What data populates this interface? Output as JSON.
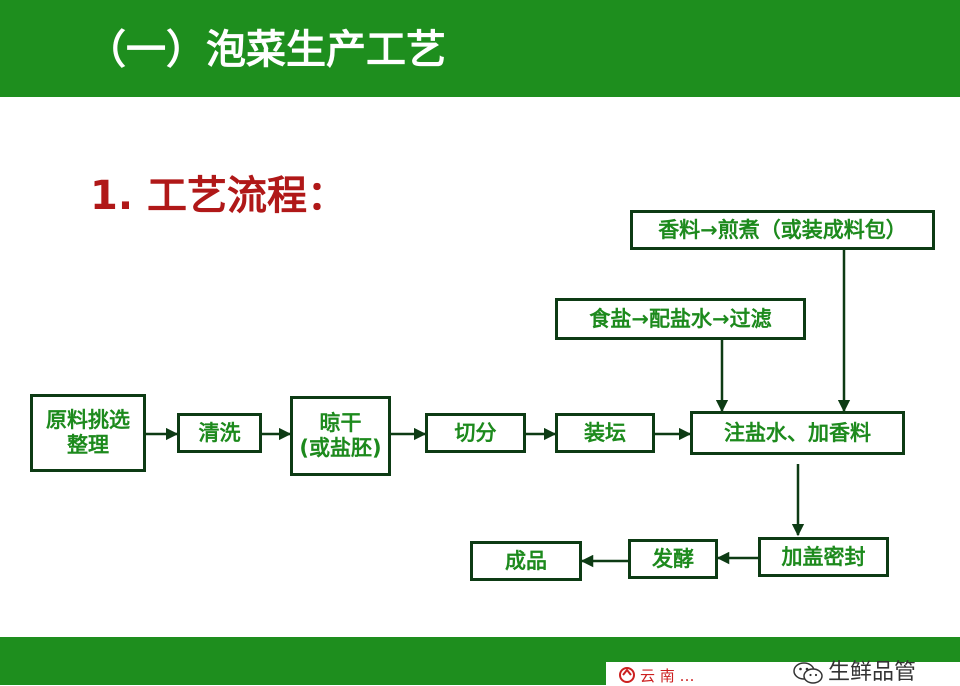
{
  "header": {
    "title": "（一）泡菜生产工艺"
  },
  "section": {
    "title": "1. 工艺流程："
  },
  "flow": {
    "raw": [
      "原料挑选",
      "整理"
    ],
    "wash": "清洗",
    "dry": [
      "晾干",
      "(或盐胚)"
    ],
    "cut": "切分",
    "jar": "装坛",
    "inject": "注盐水、加香料",
    "spice": "香料→煎煮（或装成料包）",
    "salt": "食盐→配盐水→过滤",
    "seal": "加盖密封",
    "ferment": "发酵",
    "product": "成品"
  },
  "footer": {
    "logo_text": "云 南 …",
    "watermark": "生鲜品管"
  },
  "colors": {
    "header_bg": "#1e8e1e",
    "title_red": "#b01818",
    "box_text": "#1d8a1d",
    "box_border": "#0d3b14"
  }
}
